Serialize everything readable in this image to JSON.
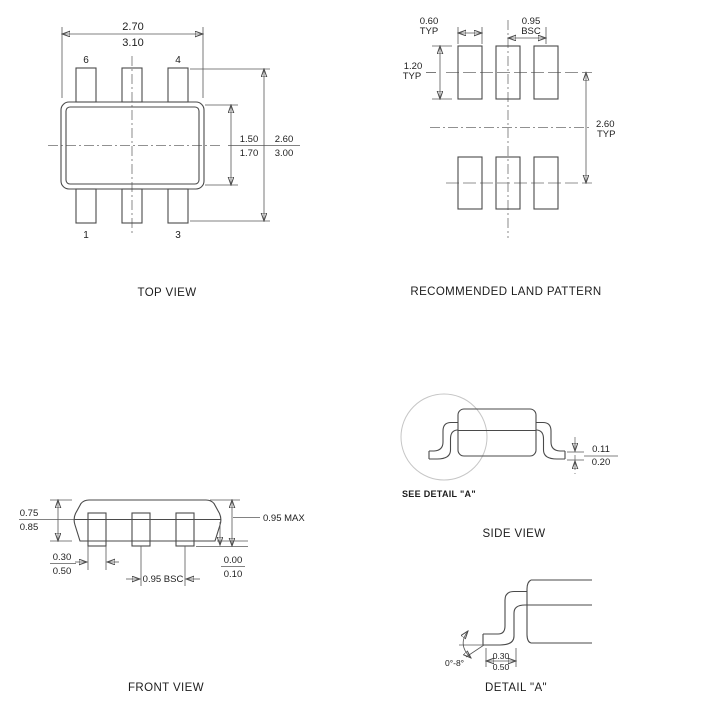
{
  "top_view": {
    "title": "TOP VIEW",
    "pins": {
      "top_left": "6",
      "top_right": "4",
      "bottom_left": "1",
      "bottom_right": "3"
    },
    "dim_width_min": "2.70",
    "dim_width_max": "3.10",
    "dim_body_height_min": "1.50",
    "dim_body_height_max": "1.70",
    "dim_overall_height_min": "2.60",
    "dim_overall_height_max": "3.00"
  },
  "land_pattern": {
    "title": "RECOMMENDED LAND PATTERN",
    "dim_pad_width": "0.60",
    "dim_pad_width_qual": "TYP",
    "dim_pitch": "0.95",
    "dim_pitch_qual": "BSC",
    "dim_pad_height": "1.20",
    "dim_pad_height_qual": "TYP",
    "dim_row_pitch": "2.60",
    "dim_row_pitch_qual": "TYP"
  },
  "front_view": {
    "title": "FRONT VIEW",
    "dim_body_height_min": "0.75",
    "dim_body_height_max": "0.85",
    "dim_lead_width_min": "0.30",
    "dim_lead_width_max": "0.50",
    "dim_pitch": "0.95 BSC",
    "dim_standoff_min": "0.00",
    "dim_standoff_max": "0.10",
    "dim_height_max": "0.95 MAX"
  },
  "side_view": {
    "title": "SIDE VIEW",
    "callout": "SEE DETAIL \"A\"",
    "dim_lead_thickness_min": "0.11",
    "dim_lead_thickness_max": "0.20"
  },
  "detail_a": {
    "title": "DETAIL \"A\"",
    "dim_angle": "0°-8°",
    "dim_foot_length_min": "0.30",
    "dim_foot_length_max": "0.50"
  }
}
